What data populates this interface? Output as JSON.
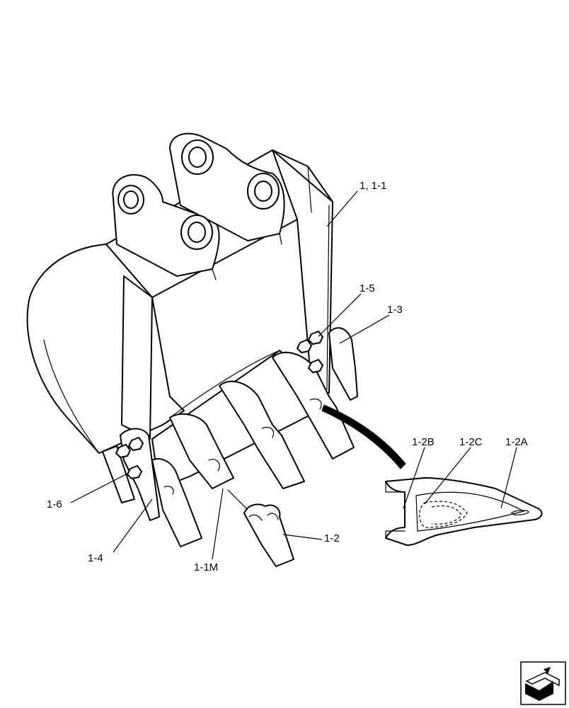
{
  "callouts": {
    "main_bucket": "1, 1-1",
    "bolt_upper": "1-5",
    "side_cutter_right": "1-3",
    "bolt_lower": "1-6",
    "side_cutter_left": "1-4",
    "adapter": "1-1M",
    "tooth_point": "1-2",
    "detail_adapter": "1-2B",
    "detail_pin": "1-2C",
    "detail_tooth": "1-2A"
  },
  "icons": {
    "corner_navigation": "next-page-arrow-icon"
  }
}
